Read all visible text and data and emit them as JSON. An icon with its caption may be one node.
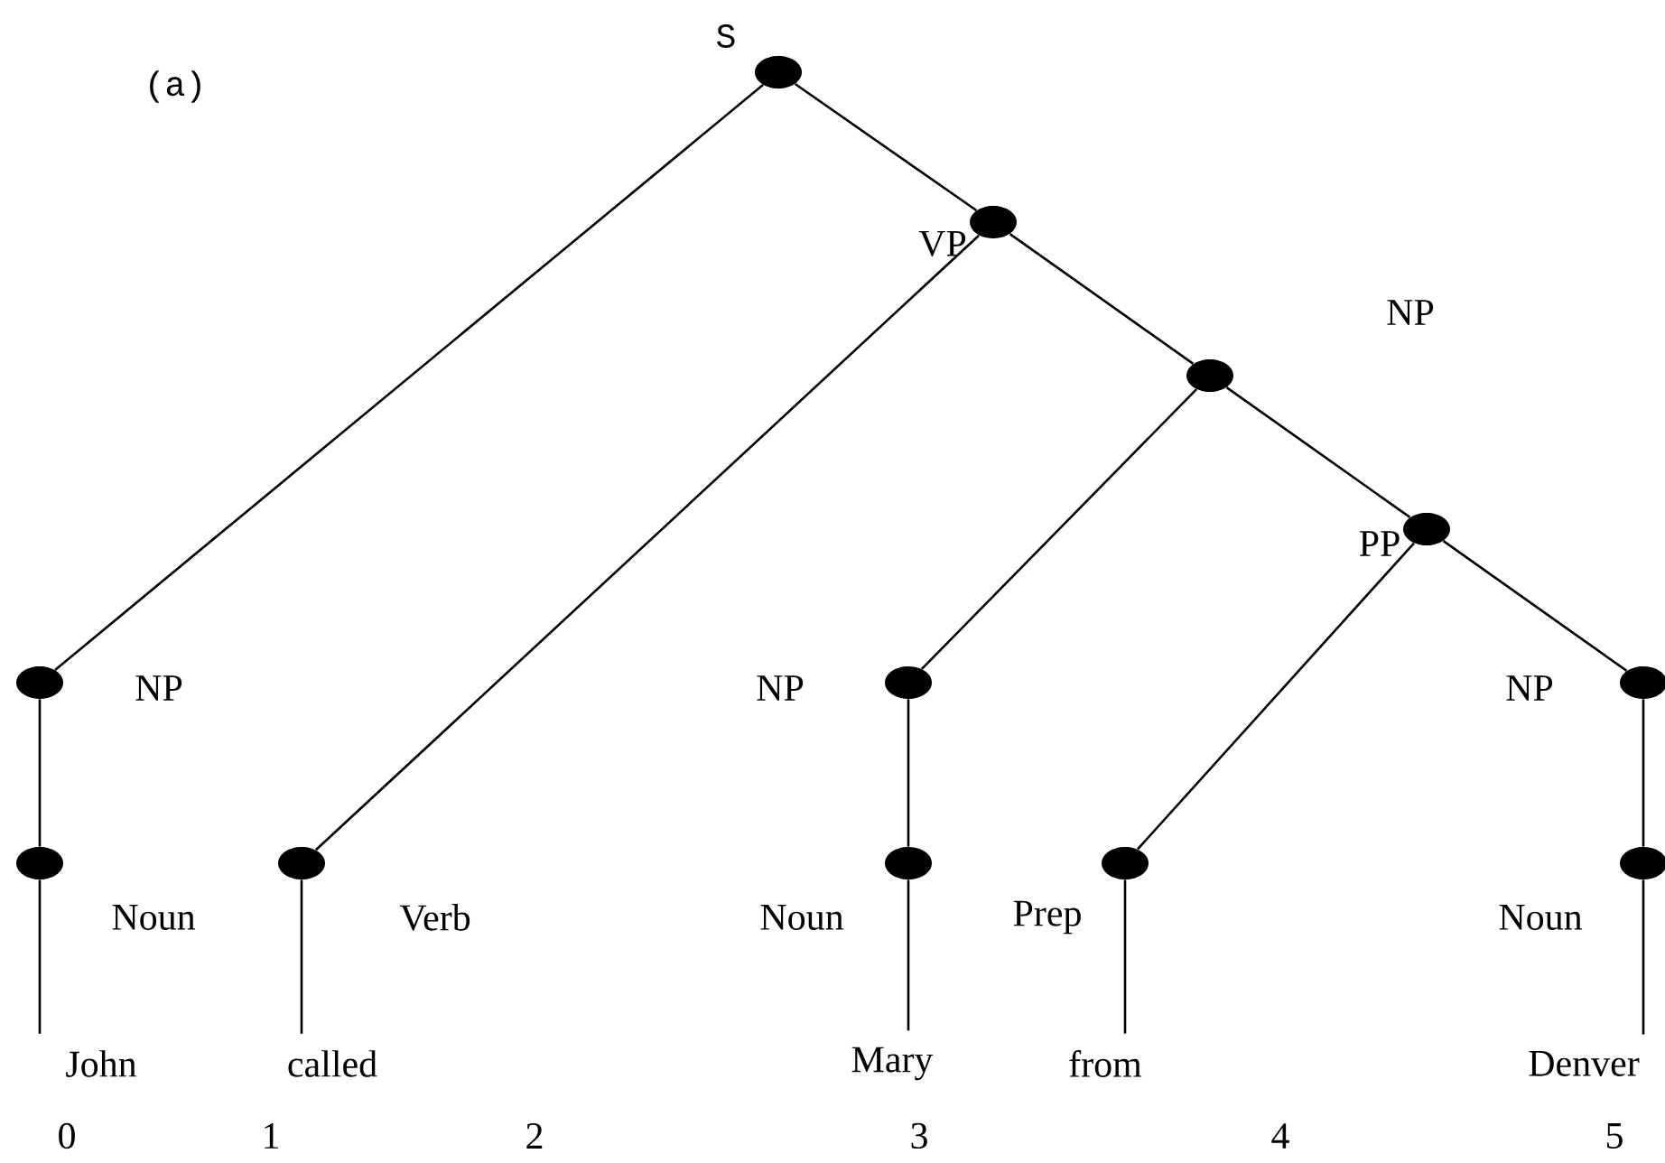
{
  "diagram": {
    "nodes": [
      {
        "text": [],
        "shape": "circle",
        "beside": [
          "S"
        ]
      },
      {
        "text": [],
        "shape": "circle",
        "beside": [
          "VP"
        ]
      },
      {
        "text": [],
        "shape": "circle"
      },
      {
        "text": [],
        "shape": "circle",
        "beside": [
          "PP"
        ]
      },
      {
        "text": [],
        "shape": "circle",
        "beside": [
          "NP"
        ]
      },
      {
        "text": [],
        "shape": "circle",
        "beside": [
          "NP"
        ]
      },
      {
        "text": [],
        "shape": "circle",
        "beside": [
          "NP"
        ]
      },
      {
        "text": [],
        "shape": "circle",
        "beside": [
          "Noun"
        ]
      },
      {
        "text": [],
        "shape": "circle",
        "beside": [
          "Verb"
        ]
      },
      {
        "text": [],
        "shape": "circle",
        "beside": [
          "Noun"
        ]
      },
      {
        "text": [],
        "shape": "circle",
        "beside": [
          "Prep"
        ]
      },
      {
        "text": [],
        "shape": "circle",
        "beside": [
          "Noun"
        ]
      },
      {
        "text": [
          "John"
        ]
      },
      {
        "text": [
          "called"
        ]
      },
      {
        "text": [
          "Mary"
        ]
      },
      {
        "text": [
          "from"
        ]
      },
      {
        "text": [
          "Denver"
        ]
      }
    ],
    "edges": [
      {
        "from": 0,
        "to": 4,
        "arrow": "none"
      },
      {
        "from": 0,
        "to": 1,
        "arrow": "none"
      },
      {
        "from": 1,
        "to": 8,
        "arrow": "none"
      },
      {
        "from": 1,
        "to": 2,
        "arrow": "none"
      },
      {
        "from": 2,
        "to": 5,
        "arrow": "none"
      },
      {
        "from": 2,
        "to": 3,
        "arrow": "none"
      },
      {
        "from": 3,
        "to": 10,
        "arrow": "none"
      },
      {
        "from": 3,
        "to": 6,
        "arrow": "none"
      },
      {
        "from": 4,
        "to": 7,
        "arrow": "none"
      },
      {
        "from": 7,
        "to": 12,
        "arrow": "none"
      },
      {
        "from": 8,
        "to": 13,
        "arrow": "none"
      },
      {
        "from": 5,
        "to": 9,
        "arrow": "none"
      },
      {
        "from": 9,
        "to": 14,
        "arrow": "none"
      },
      {
        "from": 10,
        "to": 15,
        "arrow": "none"
      },
      {
        "from": 6,
        "to": 11,
        "arrow": "none"
      },
      {
        "from": 11,
        "to": 16,
        "arrow": "none"
      }
    ],
    "labels": [
      "(a)",
      "NP",
      "0",
      "1",
      "2",
      "3",
      "4",
      "5"
    ]
  }
}
